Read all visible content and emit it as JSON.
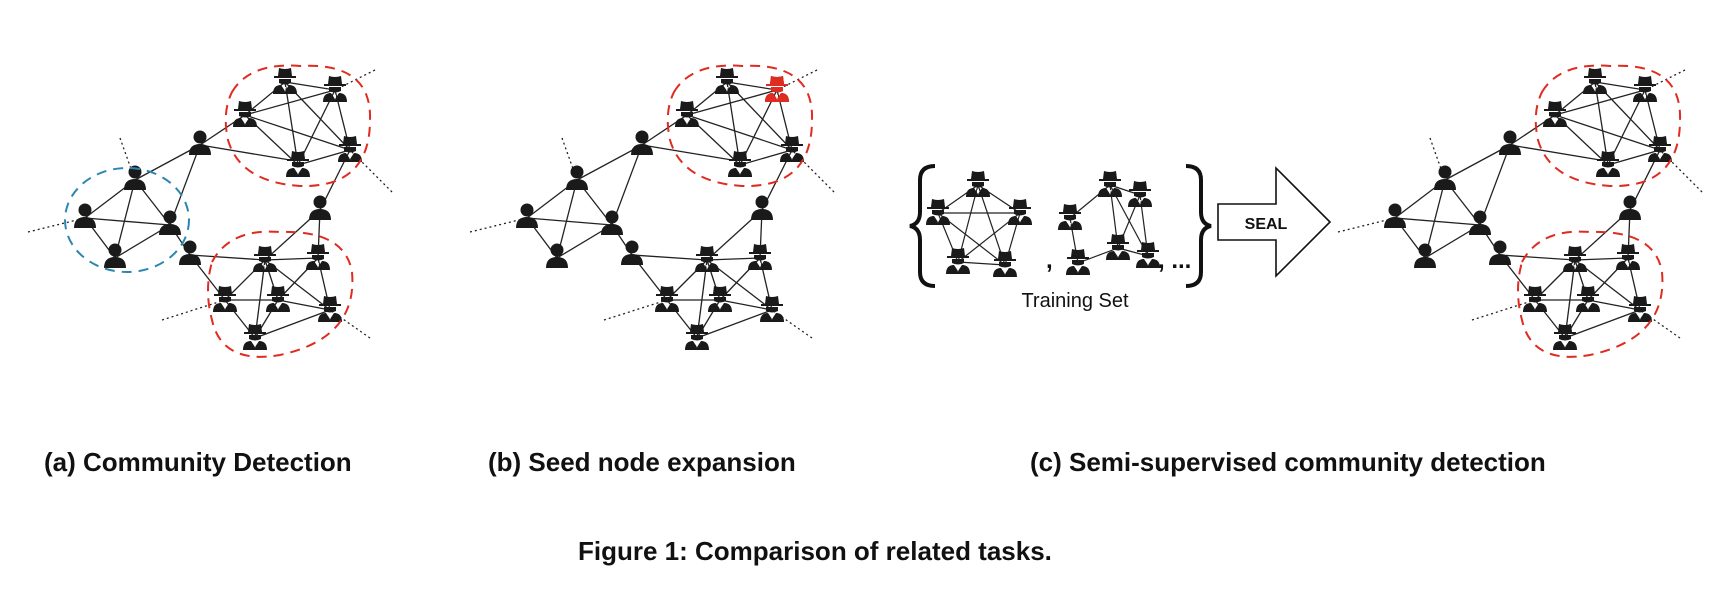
{
  "panels": {
    "a": {
      "caption": "(a) Community Detection"
    },
    "b": {
      "caption": "(b) Seed node expansion"
    },
    "c": {
      "caption": "(c) Semi-supervised community detection"
    }
  },
  "training_set": {
    "label": "Training Set",
    "separator": ",",
    "ellipsis": ", ..."
  },
  "arrow": {
    "label": "SEAL"
  },
  "figure_caption": "Figure 1: Comparison of related tasks.",
  "colors": {
    "node": "#1a1a1a",
    "highlight_node": "#e02b20",
    "community_outline": "#e02b20",
    "detected_community_outline": "#2b87b0"
  },
  "icons": [
    "person-icon",
    "spy-icon",
    "spy-icon-red"
  ]
}
